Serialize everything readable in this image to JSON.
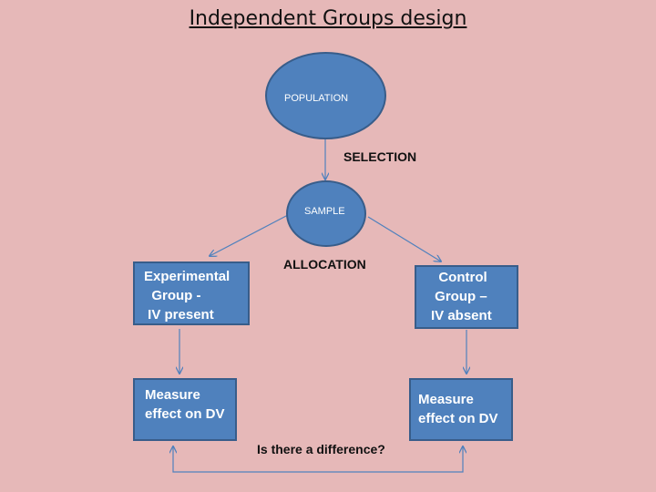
{
  "title": "Independent Groups design",
  "nodes": {
    "population": "POPULATION",
    "sample": "SAMPLE",
    "experimental": "Experimental\n  Group -\n IV present",
    "control": "  Control\n Group –\nIV absent",
    "measure_left": "Measure\neffect on DV",
    "measure_right": "Measure\neffect on DV"
  },
  "labels": {
    "selection": "SELECTION",
    "allocation": "ALLOCATION",
    "question": "Is there a difference?"
  },
  "colors": {
    "background": "#e6b8b8",
    "shape_fill": "#4f81bd",
    "shape_border": "#385d8a",
    "connector": "#4f81bd"
  }
}
